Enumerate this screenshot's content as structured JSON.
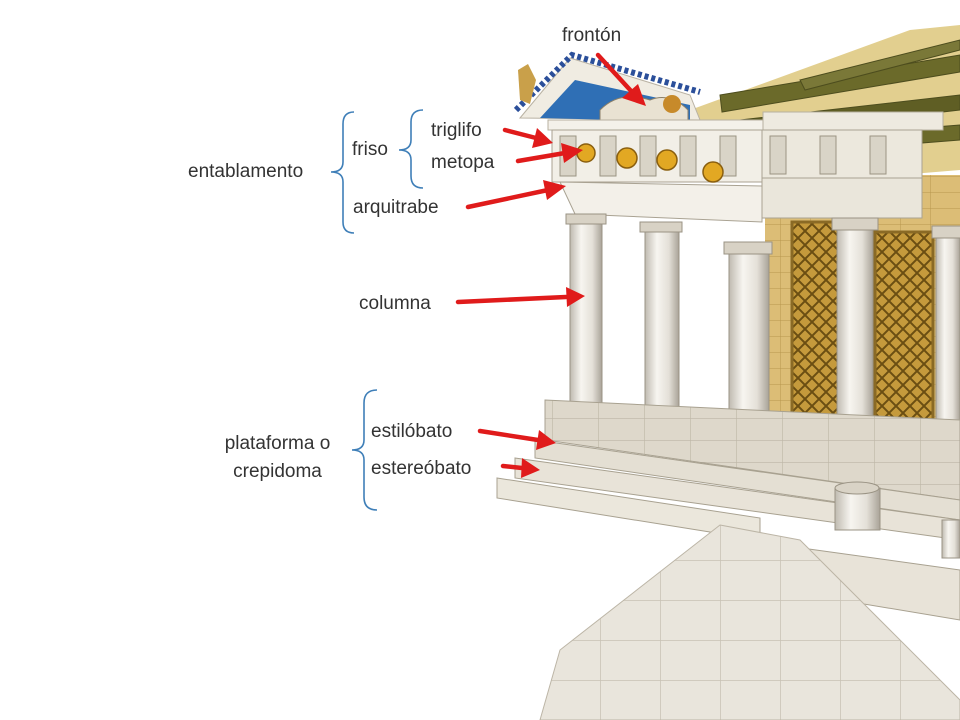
{
  "labels": {
    "fronton": "frontón",
    "triglifo": "triglifo",
    "metopa": "metopa",
    "friso": "friso",
    "entablamento": "entablamento",
    "arquitrabe": "arquitrabe",
    "columna": "columna",
    "estilobato": "estilóbato",
    "estereobato": "estereóbato",
    "plataforma_line1": "plataforma o",
    "plataforma_line2": "crepidoma"
  },
  "colors": {
    "arrow": "#e01b1b",
    "bracket": "#3f7fb8",
    "text": "#333333",
    "stone": "#e6e1d6",
    "stone_shade": "#c9c2b2",
    "wall": "#d8b56a",
    "roof_wood": "#6b6a2a",
    "frieze_blue": "#2f6fb5",
    "metope_gold": "#e2a823"
  }
}
